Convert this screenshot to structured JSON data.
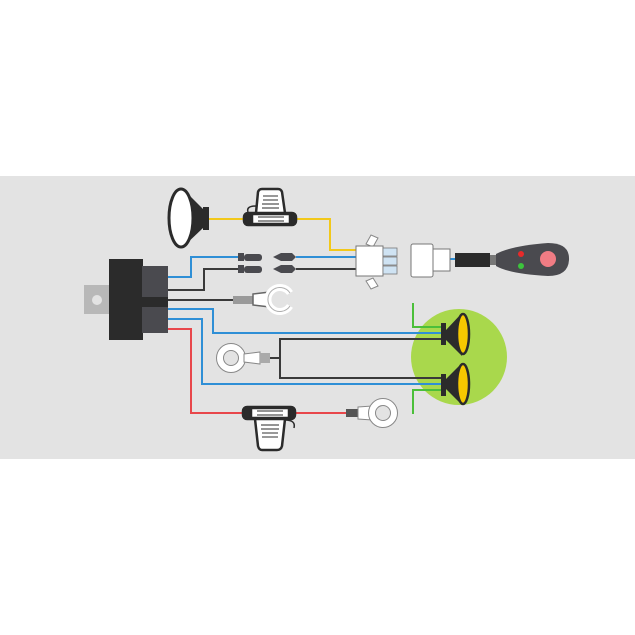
{
  "diagram": {
    "components": [
      "relay",
      "headlight",
      "inline-fuse-top",
      "bullet-connectors",
      "fork-terminal",
      "ring-terminal-ground",
      "inline-fuse-bottom",
      "ring-terminal-battery",
      "wire-connector-plug",
      "wire-connector-socket",
      "remote-switch",
      "fog-lamp-top",
      "fog-lamp-bottom"
    ],
    "colors": {
      "background_panel": "#e3e3e3",
      "wire_blue": "#2f8fd6",
      "wire_dark": "#3a3a3a",
      "wire_red": "#e8474b",
      "wire_yellow": "#f2c81a",
      "wire_green": "#4bbf3a",
      "lamp_highlight": "#a9d84c",
      "lamp_lens": "#f6c800",
      "relay_body": "#2b2b2b",
      "switch_button": "#f07c84",
      "led_red": "#e82a2a",
      "led_green": "#3cc43c"
    }
  }
}
